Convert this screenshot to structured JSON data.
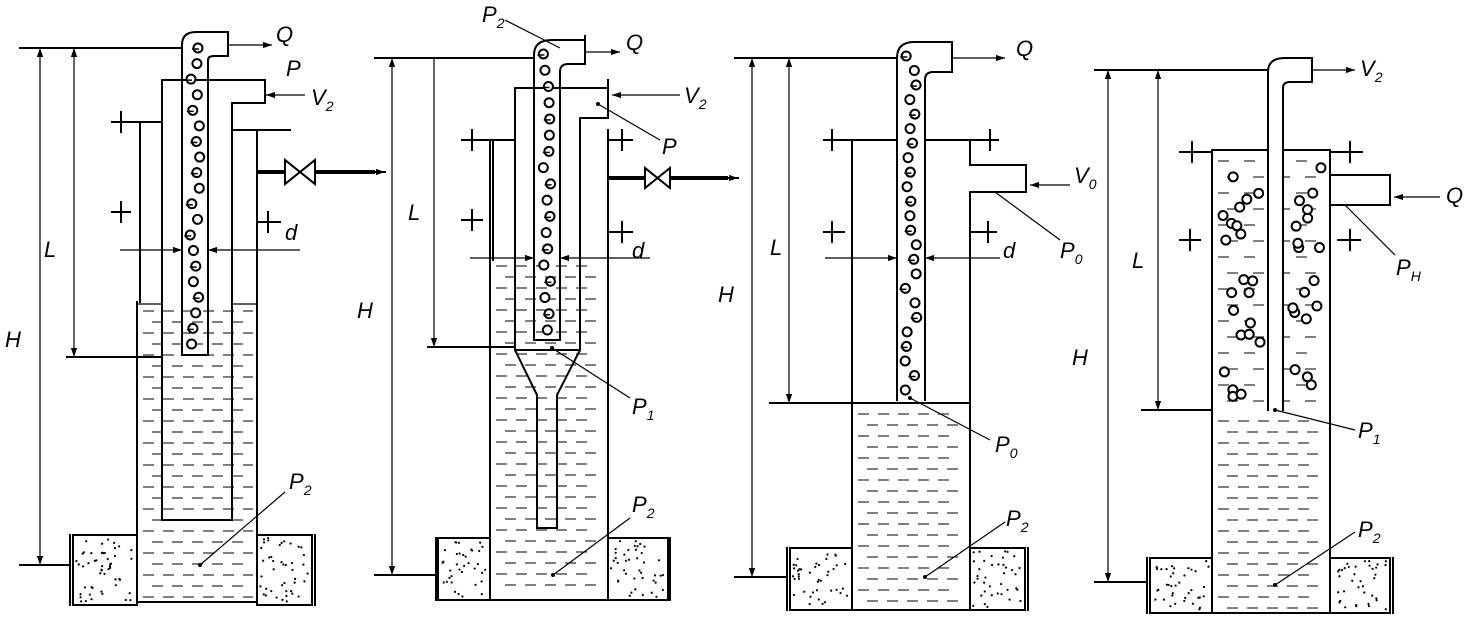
{
  "diagrams": [
    {
      "id": "a",
      "labels": {
        "Q": "Q",
        "P": "P",
        "V": "V",
        "V_sub": "2",
        "d": "d",
        "L": "L",
        "H": "H",
        "P2": "P",
        "P2_sub": "2"
      }
    },
    {
      "id": "b",
      "labels": {
        "P2_top": "P",
        "P2_top_sub": "2",
        "Q": "Q",
        "V": "V",
        "V_sub": "2",
        "P": "P",
        "L": "L",
        "d": "d",
        "H": "H",
        "P1": "P",
        "P1_sub": "1",
        "P2": "P",
        "P2_sub": "2"
      }
    },
    {
      "id": "c",
      "labels": {
        "Q": "Q",
        "V0": "V",
        "V0_sub": "0",
        "d": "d",
        "P0_side": "P",
        "P0_side_sub": "0",
        "L": "L",
        "H": "H",
        "P0": "P",
        "P0_sub": "0",
        "P2": "P",
        "P2_sub": "2"
      }
    },
    {
      "id": "d",
      "labels": {
        "V2": "V",
        "V2_sub": "2",
        "Q": "Q",
        "PH": "P",
        "PH_sub": "H",
        "L": "L",
        "H": "H",
        "P1": "P",
        "P1_sub": "1",
        "P2": "P",
        "P2_sub": "2"
      }
    }
  ]
}
